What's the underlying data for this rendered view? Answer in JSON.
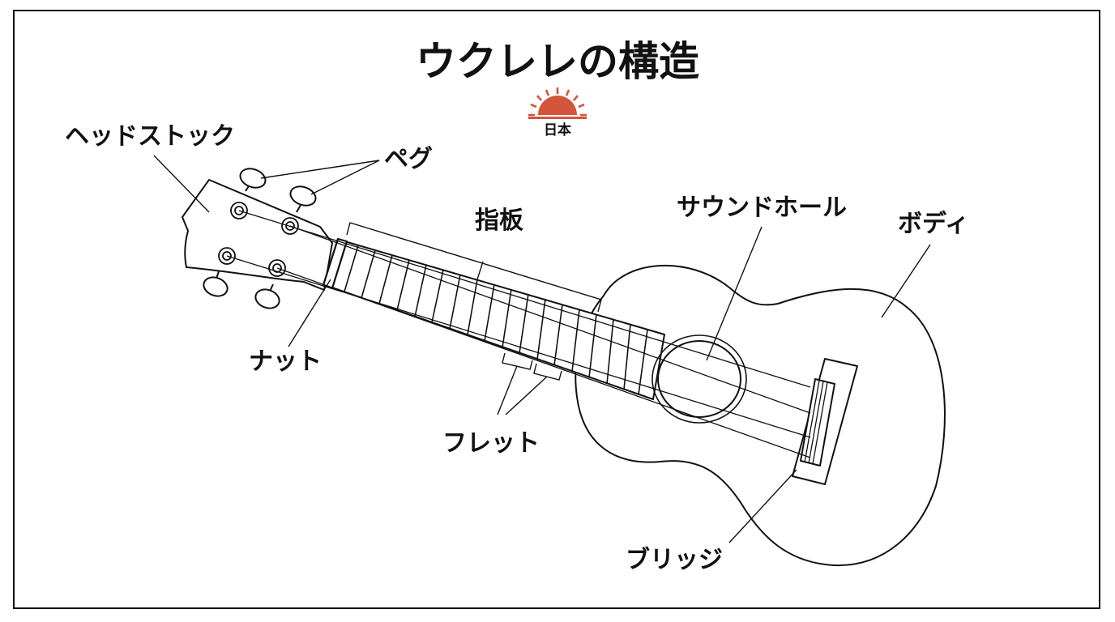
{
  "title": "ウクレレの構造",
  "logo_text": "日本",
  "colors": {
    "ink": "#111111",
    "sun": "#d4553a",
    "background": "#ffffff"
  },
  "labels": {
    "headstock": "ヘッドストック",
    "peg": "ペグ",
    "fingerboard": "指板",
    "soundhole": "サウンドホール",
    "body": "ボディ",
    "nut": "ナット",
    "fret": "フレット",
    "bridge": "ブリッジ"
  }
}
